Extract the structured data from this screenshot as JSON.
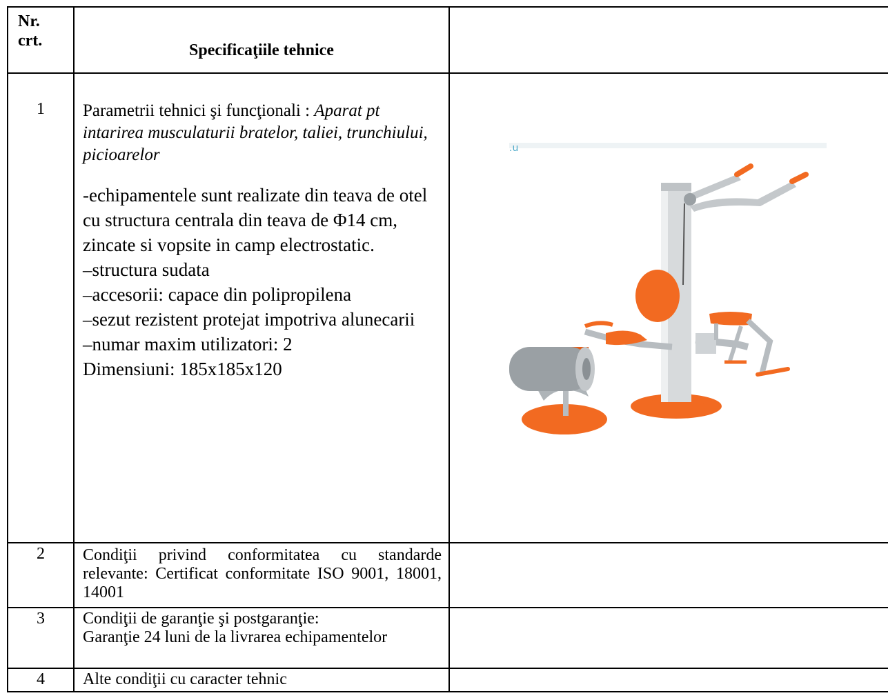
{
  "table": {
    "head_nr": "Nr.",
    "head_crt": "crt.",
    "head_spec": "Specificaţiile tehnice"
  },
  "rows": [
    {
      "nr": "1",
      "intro": "Parametrii tehnici şi funcţionali :",
      "intro_italic": "Aparat pt intarirea musculaturii bratelor, taliei, trunchiului, picioarelor",
      "lines": [
        "-echipamentele sunt realizate din teava de otel cu structura centrala din teava de Φ14 cm, zincate si vopsite in camp electrostatic.",
        "–structura sudata",
        "–accesorii: capace din polipropilena",
        "–sezut rezistent protejat impotriva alunecarii",
        "–numar maxim utilizatori: 2",
        "Dimensiuni: 185x185x120"
      ]
    },
    {
      "nr": "2",
      "text": "Condiţii privind conformitatea cu standarde relevante: Certificat conformitate ISO 9001, 18001, 14001"
    },
    {
      "nr": "3",
      "label": "Condiţii de garanţie şi postgaranţie:",
      "text": "Garanţie 24 luni de la livrarea echipamentelor"
    },
    {
      "nr": "4",
      "text": "Alte condiţii cu caracter tehnic"
    }
  ],
  "image": {
    "icon": "outdoor-fitness-machine-illustration",
    "accent": "#f26a21",
    "steel": "#cfd3d6"
  }
}
